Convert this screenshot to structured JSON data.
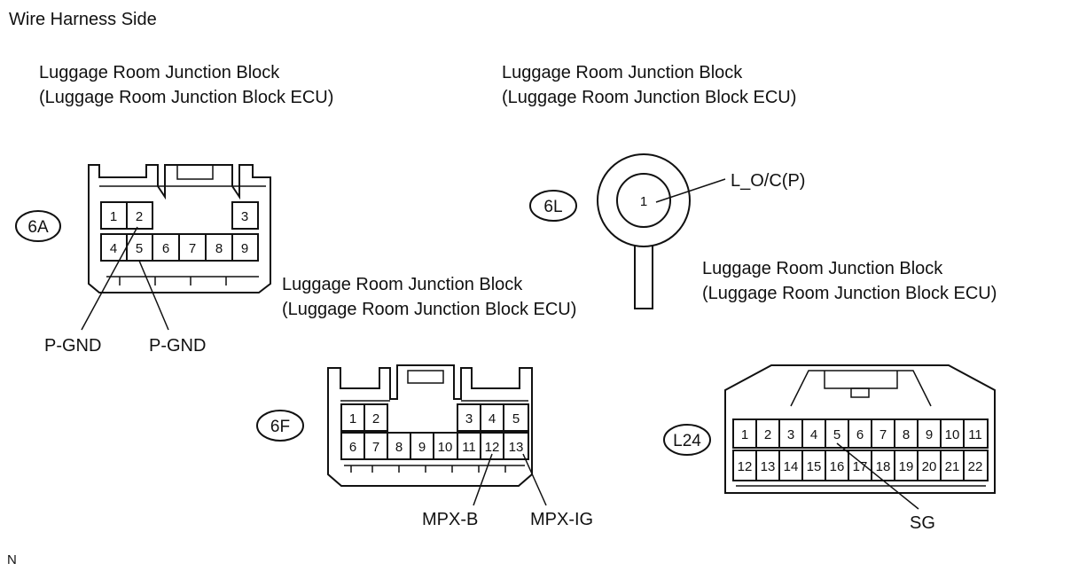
{
  "header": {
    "title": "Wire Harness Side"
  },
  "footer": {
    "code": "N"
  },
  "connectors": {
    "c6A": {
      "name_line1": "Luggage Room Junction Block",
      "name_line2": "(Luggage Room Junction Block ECU)",
      "tag": "6A",
      "pins": [
        "1",
        "2",
        "3",
        "4",
        "5",
        "6",
        "7",
        "8",
        "9"
      ],
      "callouts": [
        "P-GND",
        "P-GND"
      ]
    },
    "c6L": {
      "name_line1": "Luggage Room Junction Block",
      "name_line2": "(Luggage Room Junction Block ECU)",
      "tag": "6L",
      "pins": [
        "1"
      ],
      "callouts": [
        "L_O/C(P)"
      ]
    },
    "c6F": {
      "name_line1": "Luggage Room Junction Block",
      "name_line2": "(Luggage Room Junction Block ECU)",
      "tag": "6F",
      "pins": [
        "1",
        "2",
        "3",
        "4",
        "5",
        "6",
        "7",
        "8",
        "9",
        "10",
        "11",
        "12",
        "13"
      ],
      "callouts": [
        "MPX-B",
        "MPX-IG"
      ]
    },
    "cL24": {
      "name_line1": "Luggage Room Junction Block",
      "name_line2": "(Luggage Room Junction Block ECU)",
      "tag": "L24",
      "pins": [
        "1",
        "2",
        "3",
        "4",
        "5",
        "6",
        "7",
        "8",
        "9",
        "10",
        "11",
        "12",
        "13",
        "14",
        "15",
        "16",
        "17",
        "18",
        "19",
        "20",
        "21",
        "22"
      ],
      "callouts": [
        "SG"
      ]
    }
  }
}
